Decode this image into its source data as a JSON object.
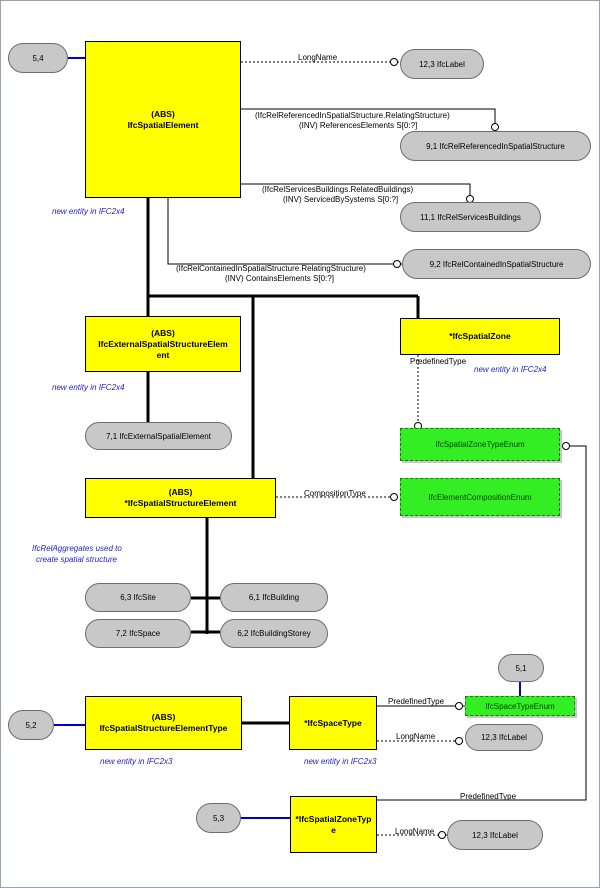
{
  "entities": {
    "spatial_element": {
      "abs": "(ABS)",
      "name": "IfcSpatialElement"
    },
    "external_spatial_structure_element": {
      "abs": "(ABS)",
      "name": "IfcExternalSpatialStructureElement"
    },
    "spatial_zone": {
      "name": "*IfcSpatialZone"
    },
    "spatial_structure_element": {
      "abs": "(ABS)",
      "name": "*IfcSpatialStructureElement"
    },
    "spatial_structure_element_type": {
      "abs": "(ABS)",
      "name": "IfcSpatialStructureElementType"
    },
    "space_type": {
      "name": "*IfcSpaceType"
    },
    "spatial_zone_type": {
      "name": "*IfcSpatialZoneType"
    }
  },
  "enums": {
    "spatial_zone_type_enum": "IfcSpatialZoneTypeEnum",
    "element_composition_enum": "IfcElementCompositionEnum",
    "space_type_enum": "IfcSpaceTypeEnum"
  },
  "refs": {
    "ref_5_4": "5,4",
    "ifc_label_top": "12,3 IfcLabel",
    "rel_referenced": "9,1 IfcRelReferencedInSpatialStructure",
    "rel_services": "11,1 IfcRelServicesBuildings",
    "rel_contained": "9,2 IfcRelContainedInSpatialStructure",
    "external_spatial_element": "7,1 IfcExternalSpatialElement",
    "site": "6,3 IfcSite",
    "building": "6,1 IfcBuilding",
    "space": "7,2 IfcSpace",
    "building_storey": "6,2 IfcBuildingStorey",
    "ref_5_1": "5,1",
    "ref_5_2": "5,2",
    "ifc_label_space_type": "12,3 IfcLabel",
    "ref_5_3": "5,3",
    "ifc_label_zone_type": "12,3 IfcLabel"
  },
  "labels": {
    "long_name_top": "LongName",
    "referenced_line1": "(IfcRelReferencedInSpatialStructure.RelatingStructure)",
    "referenced_line2": "(INV) ReferencesElements S[0:?]",
    "services_line1": "(IfcRelServicesBuildings.RelatedBuildings)",
    "services_line2": "(INV) ServicedBySystems S[0:?]",
    "contained_line1": "(IfcRelContainedInSpatialStructure.RelatingStructure)",
    "contained_line2": "(INV) ContainsElements S[0:?]",
    "predefined_type_zone": "PredefinedType",
    "composition_type": "CompositionType",
    "predefined_type_space": "PredefinedType",
    "long_name_space": "LongName",
    "predefined_type_zone_type": "PredefinedType",
    "long_name_zone_type": "LongName"
  },
  "notes": {
    "new_spatial_element": "new entity in IFC2x4",
    "new_external": "new entity in IFC2x4",
    "new_spatial_zone": "new entity in IFC2x4",
    "aggregates_line1": "IfcRelAggregates used to",
    "aggregates_line2": "create spatial structure",
    "new_spatial_structure_type": "new entity in IFC2x3",
    "new_space_type": "new entity in IFC2x3"
  },
  "colors": {
    "entity_fill": "#ffff00",
    "enum_fill": "#33ee22",
    "reference_fill": "#c8c8c8",
    "note_text": "#1d1dcc",
    "page_ref_line": "#0000cc"
  }
}
